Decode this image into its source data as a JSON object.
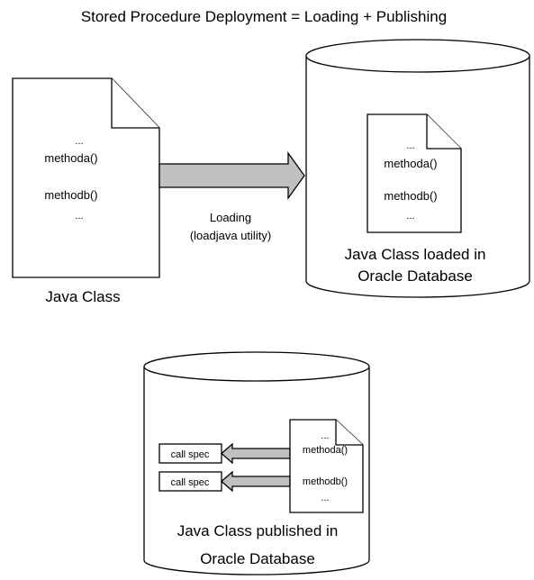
{
  "title": "Stored Procedure Deployment = Loading + Publishing",
  "java_class": {
    "caption": "Java Class",
    "lines": [
      "...",
      "methoda()",
      "methodb()",
      "..."
    ]
  },
  "loading_arrow": {
    "line1": "Loading",
    "line2": "(loadjava utility)"
  },
  "loaded_db": {
    "caption_line1": "Java Class loaded in",
    "caption_line2": "Oracle Database",
    "lines": [
      "...",
      "methoda()",
      "methodb()",
      "..."
    ]
  },
  "published_db": {
    "caption_line1": "Java Class published in",
    "caption_line2": "Oracle Database",
    "call_specs": [
      "call spec",
      "call spec"
    ],
    "lines": [
      "...",
      "methoda()",
      "methodb()",
      "..."
    ]
  }
}
